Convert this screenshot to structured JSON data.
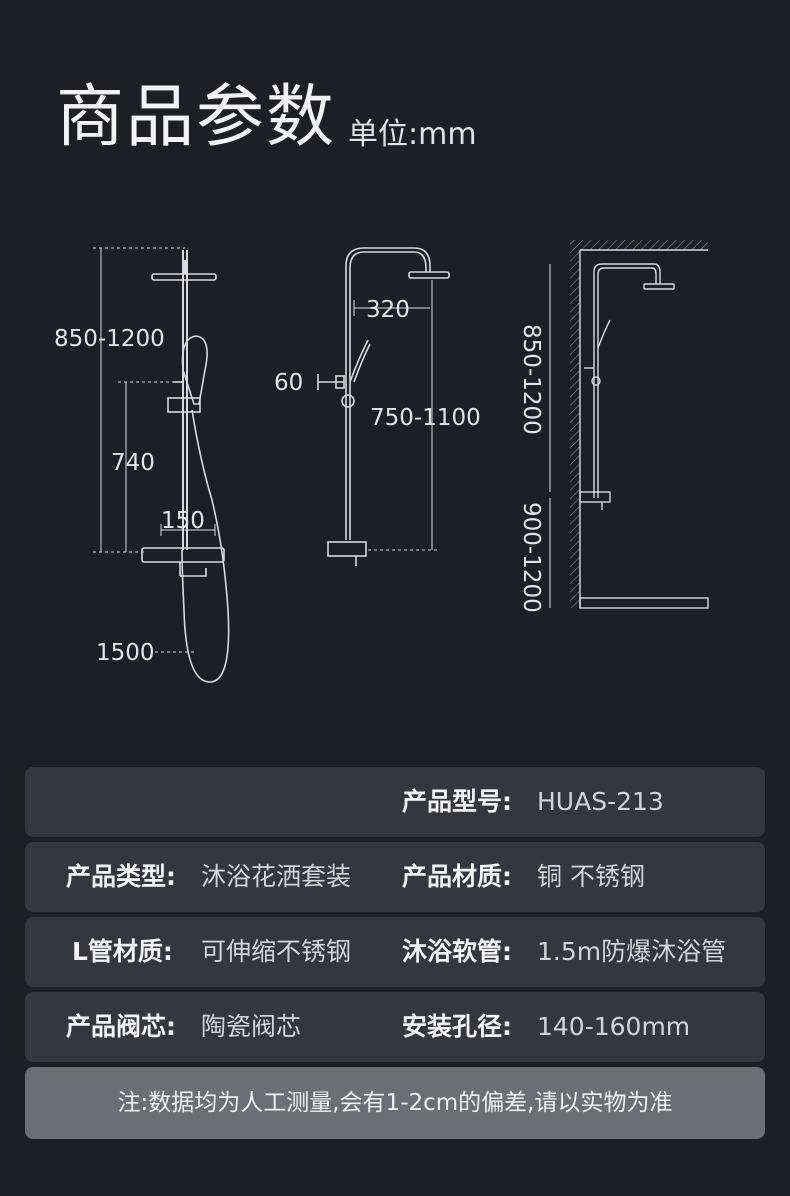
{
  "header": {
    "title": "商品参数",
    "unit": "单位:mm"
  },
  "diagram": {
    "left": {
      "height_range": "850-1200",
      "height_low": "740",
      "spout": "150",
      "hose": "1500"
    },
    "middle": {
      "arm": "320",
      "wall_gap": "60",
      "height": "750-1100"
    },
    "right": {
      "upper": "850-1200",
      "lower": "900-1200"
    }
  },
  "specs": {
    "model_label": "产品型号:",
    "model_value": "HUAS-213",
    "type_label": "产品类型:",
    "type_value": "沐浴花洒套装",
    "material_label": "产品材质:",
    "material_value": "铜 不锈钢",
    "lpipe_label": "L管材质:",
    "lpipe_value": "可伸缩不锈钢",
    "hose_label": "沐浴软管:",
    "hose_value": "1.5m防爆沐浴管",
    "valve_label": "产品阀芯:",
    "valve_value": "陶瓷阀芯",
    "hole_label": "安装孔径:",
    "hole_value": "140-160mm"
  },
  "note": "注:数据均为人工测量,会有1-2cm的偏差,请以实物为准"
}
